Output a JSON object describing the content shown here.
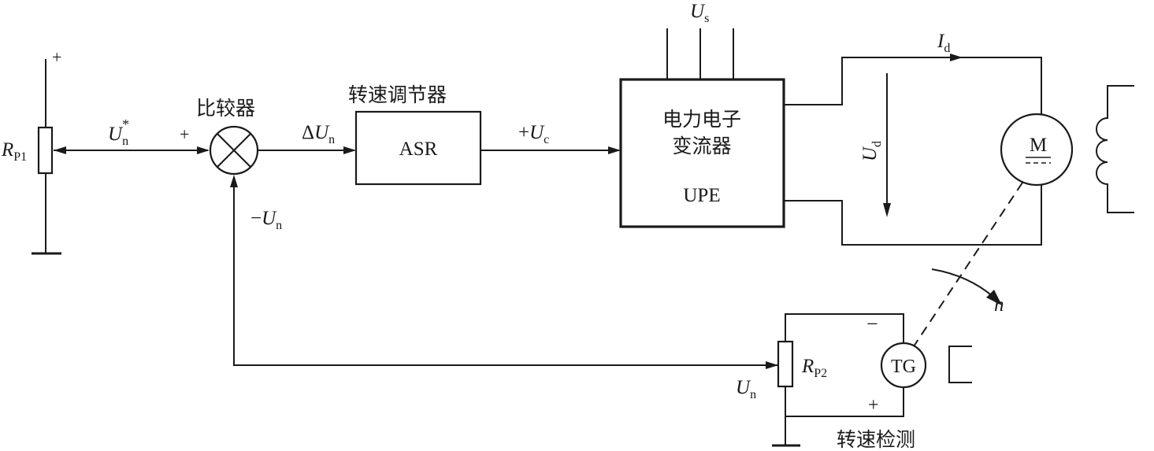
{
  "labels": {
    "rp1": "R",
    "rp1_sub": "P1",
    "plus_top": "+",
    "un_star": "U",
    "un_star_sub": "n",
    "un_star_sup": "*",
    "plus_comparator": "+",
    "comparator_title": "比较器",
    "delta_un_prefix": "Δ",
    "delta_un": "U",
    "delta_un_sub": "n",
    "asr_title": "转速调节器",
    "asr_label": "ASR",
    "uc_prefix": "+",
    "uc": "U",
    "uc_sub": "c",
    "us": "U",
    "us_sub": "s",
    "upe_line1": "电力电子",
    "upe_line2": "变流器",
    "upe_label": "UPE",
    "id": "I",
    "id_sub": "d",
    "ud": "U",
    "ud_sub": "d",
    "motor": "M",
    "neg_un_prefix": "−",
    "neg_un": "U",
    "neg_un_sub": "n",
    "speed": "n",
    "tg_minus": "−",
    "tg_plus": "+",
    "rp2": "R",
    "rp2_sub": "P2",
    "tg": "TG",
    "un_bottom": "U",
    "un_bottom_sub": "n",
    "speed_detect": "转速检测"
  }
}
